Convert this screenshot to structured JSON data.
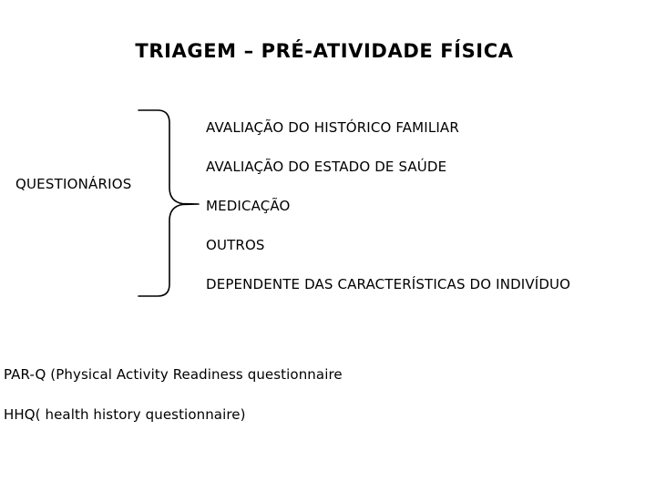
{
  "slide": {
    "title": "TRIAGEM – PRÉ-ATIVIDADE FÍSICA",
    "background_color": "#ffffff",
    "text_color": "#000000",
    "category_label": "QUESTIONÁRIOS",
    "brace": {
      "icon": "curly-brace-right-icon",
      "color": "#000000"
    },
    "items": [
      {
        "label": "AVALIAÇÃO DO HISTÓRICO FAMILIAR"
      },
      {
        "label": "AVALIAÇÃO DO ESTADO DE SAÚDE"
      },
      {
        "label": "MEDICAÇÃO"
      },
      {
        "label": "OUTROS"
      },
      {
        "label": "DEPENDENTE DAS CARACTERÍSTICAS DO INDIVÍDUO"
      }
    ],
    "footnotes": [
      {
        "text": "PAR-Q (Physical Activity Readiness questionnaire"
      },
      {
        "text": "HHQ( health history questionnaire)"
      }
    ]
  }
}
